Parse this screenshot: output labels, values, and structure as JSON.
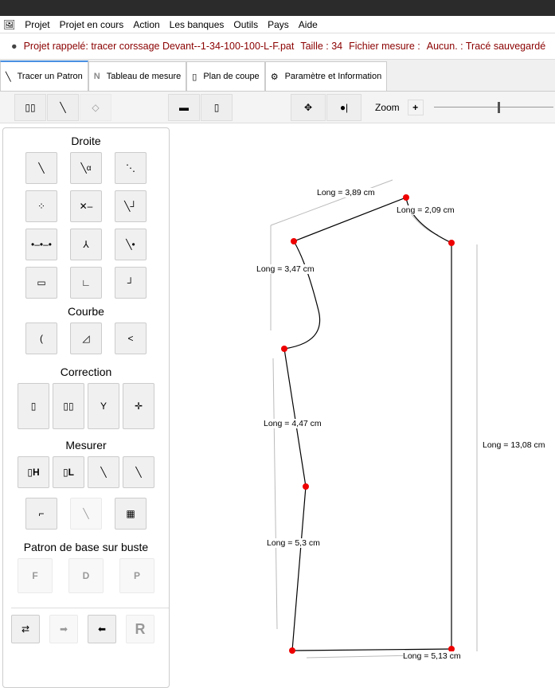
{
  "menu": [
    "Projet",
    "Projet en cours",
    "Action",
    "Les banques",
    "Outils",
    "Pays",
    "Aide"
  ],
  "info": {
    "project": "Projet rappelé: tracer corssage Devant--1-34-100-100-L-F.pat",
    "size": "Taille : 34",
    "file": "Fichier mesure :",
    "saved": "Aucun. : Tracé sauvegardé"
  },
  "tabs": [
    "Tracer un Patron",
    "Tableau de mesure",
    "Plan de coupe",
    "Paramètre et Information"
  ],
  "toolbar": {
    "zoom_label": "Zoom",
    "zoom_plus": "+"
  },
  "panel": {
    "droite": "Droite",
    "courbe": "Courbe",
    "correction": "Correction",
    "mesurer": "Mesurer",
    "patron": "Patron de base sur buste",
    "alpha": "α",
    "h": "H",
    "l": "L",
    "f": "F",
    "d": "D",
    "p": "P",
    "r": "R"
  },
  "measures": [
    "Long = 3,89 cm",
    "Long = 2,09 cm",
    "Long = 3,47 cm",
    "Long = 4,47 cm",
    "Long = 13,08 cm",
    "Long = 5,3 cm",
    "Long = 5,13 cm"
  ]
}
